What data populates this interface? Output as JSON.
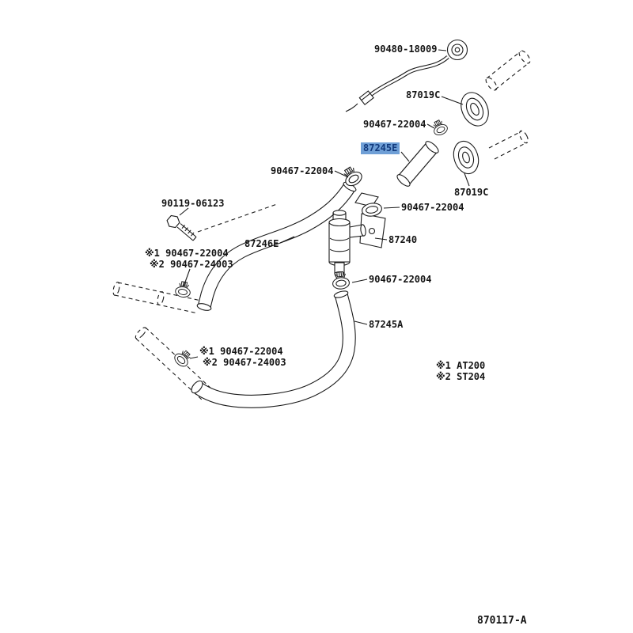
{
  "diagram": {
    "id": "870117-A",
    "background_color": "#ffffff",
    "line_color": "#1a1a1a",
    "highlight_bg": "#6f9fd6",
    "highlight_text": "#123a7d",
    "selected_part": "87245E"
  },
  "legend": {
    "line1": "※1 AT200",
    "line2": "※2 ST204"
  },
  "parts": [
    {
      "label": "90480-18009"
    },
    {
      "label": "87019C"
    },
    {
      "label": "90467-22004"
    },
    {
      "label": "87245E",
      "highlighted": true
    },
    {
      "label": "90467-22004"
    },
    {
      "label": "87019C"
    },
    {
      "label": "90467-22004"
    },
    {
      "label": "90119-06123"
    },
    {
      "label": "87246E"
    },
    {
      "label": "87240"
    },
    {
      "label": "※1 90467-22004"
    },
    {
      "label": "※2 90467-24003"
    },
    {
      "label": "90467-22004"
    },
    {
      "label": "87245A"
    },
    {
      "label": "※1 90467-22004"
    },
    {
      "label": "※2 90467-24003"
    }
  ]
}
